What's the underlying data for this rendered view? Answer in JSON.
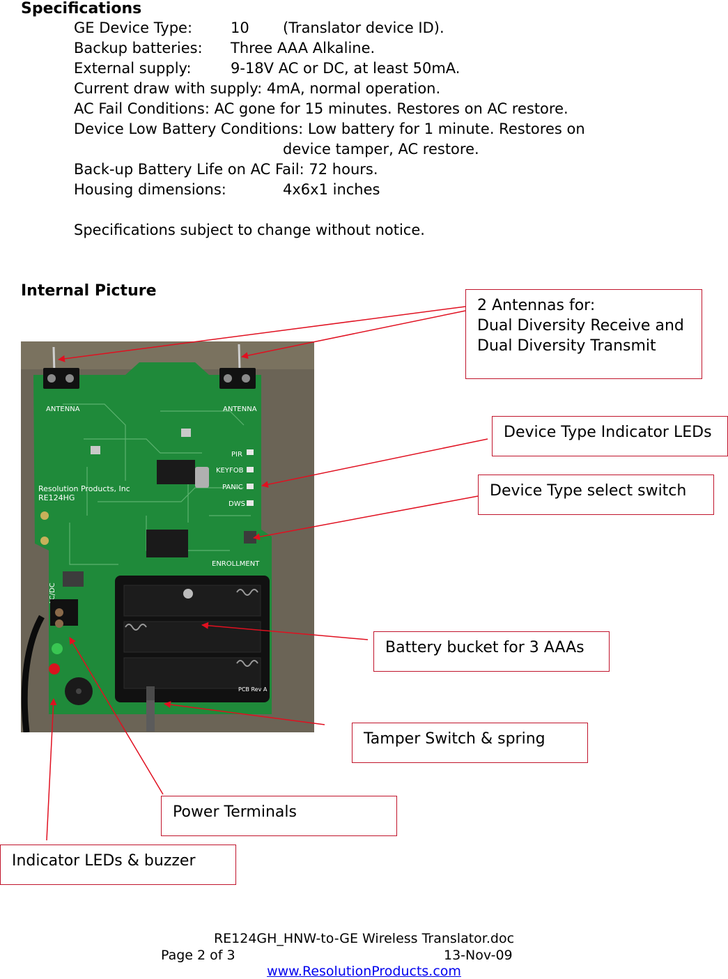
{
  "specs": {
    "heading": "Specifications",
    "lines": [
      {
        "label": "GE Device Type:",
        "value": "10",
        "note": "(Translator device ID)."
      },
      {
        "label": "Backup batteries:",
        "value": "Three AAA Alkaline."
      },
      {
        "label": "External supply:",
        "value": "9-18V AC or DC, at least 50mA."
      },
      {
        "text": "Current draw with supply: 4mA, normal operation."
      },
      {
        "text": "AC Fail Conditions:  AC gone for 15 minutes.  Restores on AC restore."
      },
      {
        "text": "Device Low Battery Conditions:   Low battery for 1 minute.  Restores on"
      },
      {
        "text": "device tamper, AC restore."
      },
      {
        "text": "Back-up Battery Life on AC Fail:  72 hours."
      },
      {
        "label": "Housing dimensions:",
        "value": "4x6x1 inches"
      }
    ],
    "notice": "Specifications subject to change without notice."
  },
  "internal_picture": {
    "heading": "Internal Picture"
  },
  "callouts": {
    "antennas": [
      "2 Antennas for:",
      "Dual Diversity Receive and",
      "Dual Diversity Transmit"
    ],
    "indicator_leds": "Device Type Indicator LEDs",
    "select_switch": "Device Type select switch",
    "battery_bucket": "Battery bucket for 3 AAAs",
    "tamper_switch": "Tamper Switch & spring",
    "power_terminals": "Power Terminals",
    "leds_buzzer": "Indicator LEDs & buzzer"
  },
  "pcb": {
    "antenna_left": "ANTENNA",
    "antenna_right": "ANTENNA",
    "led_labels": [
      "PIR",
      "KEYFOB",
      "PANIC",
      "DWS"
    ],
    "brand": "Resolution Products, Inc",
    "model": "RE124HG",
    "enrollment": "ENROLLMENT",
    "acdc": "AC/DC",
    "pcb_rev": "PCB Rev A",
    "board_color": "#1f8a3a",
    "battery_holder_color": "#111111"
  },
  "footer": {
    "filename": "RE124GH_HNW-to-GE Wireless Translator.doc",
    "page": "Page 2 of 3",
    "date": "13-Nov-09",
    "url": "www.ResolutionProducts.com"
  },
  "colors": {
    "arrow": "#e01020",
    "callout_border": "#c0142b",
    "link": "#0000ee"
  }
}
